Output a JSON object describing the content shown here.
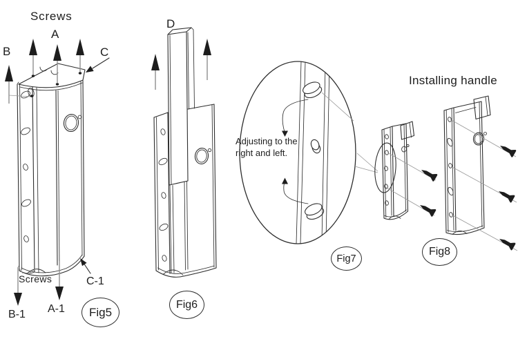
{
  "colors": {
    "line": "#2d2d2d",
    "leader_line": "#979797",
    "arrow_shaft": "#8f8f8f",
    "arrow_head": "#1d1d1d",
    "text": "#1d1d1d",
    "background": "#ffffff"
  },
  "fig5": {
    "badge": "Fig5",
    "screws_top_label": "Screws",
    "screws_bottom_label": "Screws",
    "screw_labels": {
      "a": "A",
      "b": "B",
      "c": "C",
      "a1": "A-1",
      "b1": "B-1",
      "c1": "C-1"
    }
  },
  "fig6": {
    "badge": "Fig6",
    "part_label": "D"
  },
  "fig7": {
    "badge": "Fig7",
    "note_lines": [
      "Adjusting to the",
      "right and left."
    ]
  },
  "fig8": {
    "badge": "Fig8",
    "title": "Installing handle"
  }
}
